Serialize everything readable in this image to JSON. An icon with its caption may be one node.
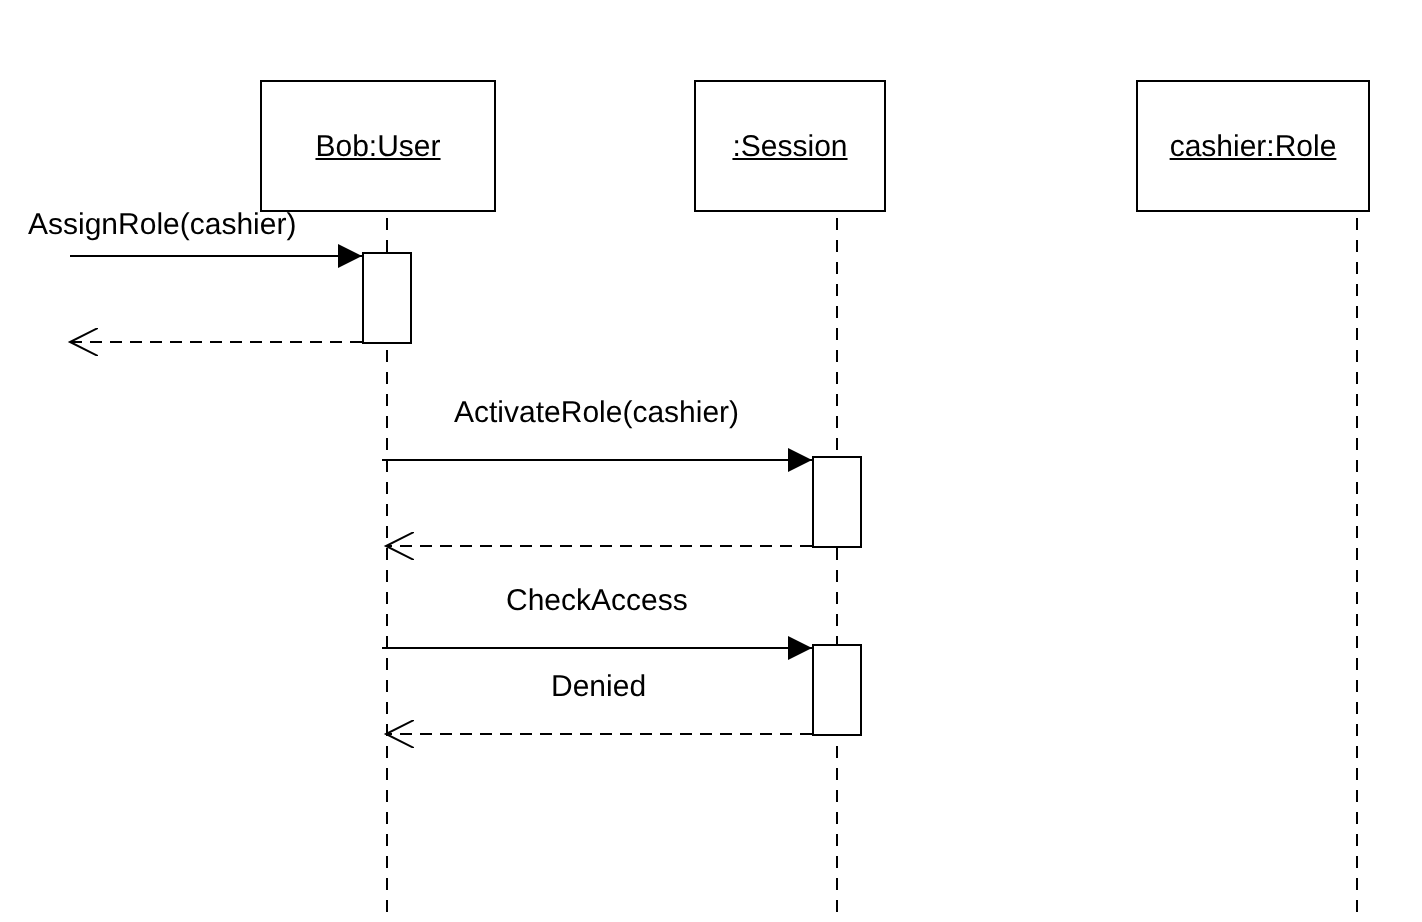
{
  "diagram": {
    "nodes": [
      {
        "text": [
          "Bob:User"
        ]
      },
      {
        "text": [
          ":Session"
        ]
      },
      {
        "text": [
          "cashier:Role"
        ]
      },
      {
        "text": [],
        "shape": "box",
        "in": 0
      },
      {
        "text": [],
        "shape": "box",
        "in": 1
      },
      {
        "text": [],
        "shape": "box",
        "in": 1
      }
    ],
    "edges": [
      {
        "from": null,
        "to": 3,
        "arrow": "to",
        "label": "AssignRole(cashier)"
      },
      {
        "from": 3,
        "to": null,
        "arrow": "to",
        "style": "dashed"
      },
      {
        "from": 0,
        "to": 4,
        "arrow": "to",
        "label": "ActivateRole(cashier)"
      },
      {
        "from": 4,
        "to": 0,
        "arrow": "to",
        "style": "dashed"
      },
      {
        "from": 0,
        "to": 5,
        "arrow": "to",
        "label": "CheckAccess"
      },
      {
        "from": 5,
        "to": 0,
        "arrow": "to",
        "style": "dashed",
        "label": "Denied"
      }
    ]
  }
}
